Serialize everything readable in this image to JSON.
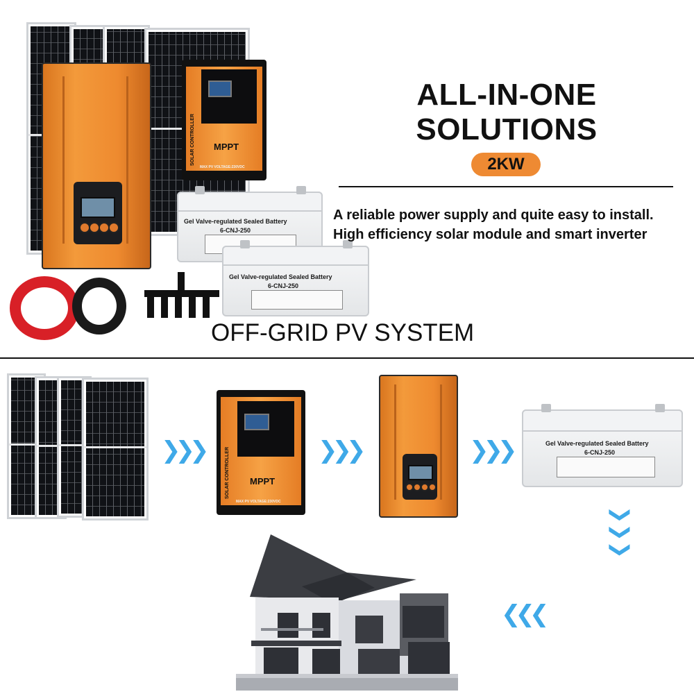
{
  "header": {
    "title_line1": "ALL-IN-ONE",
    "title_line2": "SOLUTIONS",
    "power_badge": "2KW",
    "description_line1": "A reliable power supply and quite easy to install.",
    "description_line2": "High efficiency solar module and smart inverter"
  },
  "system_title": "OFF-GRID PV SYSTEM",
  "controller": {
    "brand_label": "MPPT",
    "side_label": "SOLAR CONTROLLER",
    "voltage_label": "MAX PV VOLTAGE:230VDC"
  },
  "battery": {
    "title": "Gel Valve-regulated Sealed Battery",
    "model": "6-CNJ-250"
  },
  "colors": {
    "accent_orange": "#ee8a33",
    "flow_arrow_blue": "#3fa9e8",
    "text_dark": "#111111"
  },
  "flow_icons": {
    "right": "chevron-right-icon",
    "down": "chevron-down-icon",
    "left": "chevron-left-icon"
  }
}
